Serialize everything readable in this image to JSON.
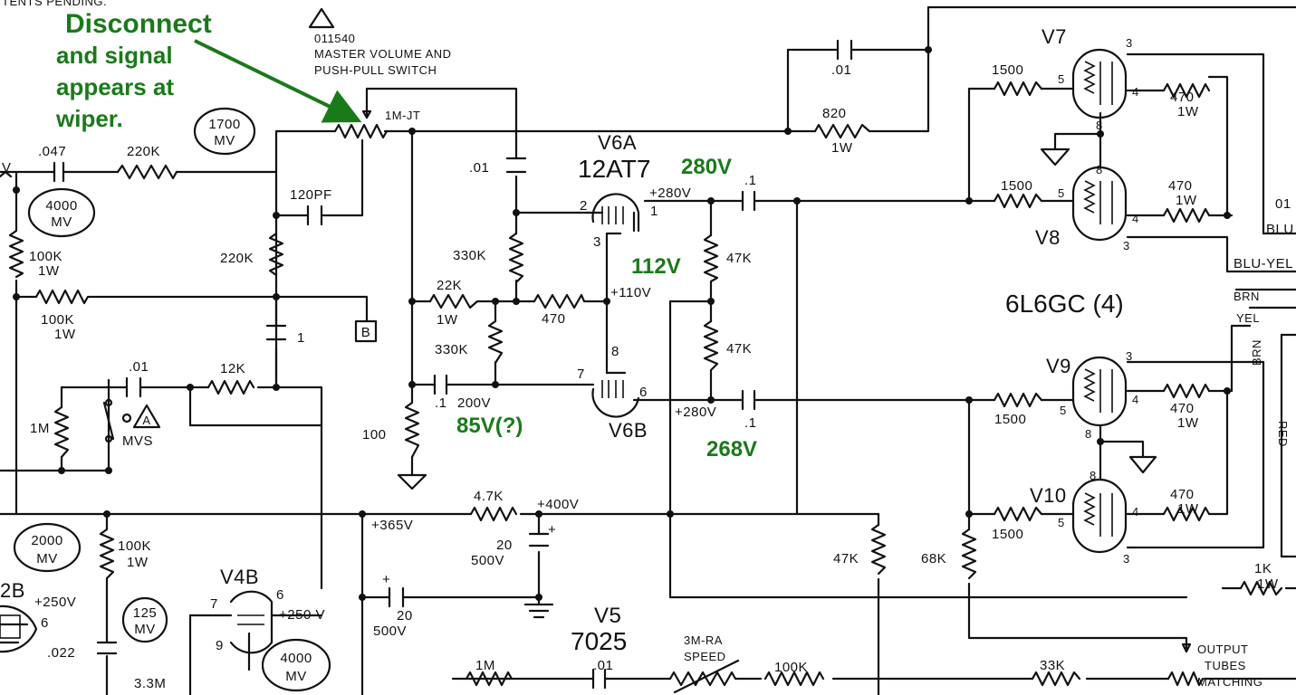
{
  "header": {
    "top_left_cut": "TENTS PENDING."
  },
  "control": {
    "part": "011540",
    "title_line1": "MASTER VOLUME AND",
    "title_line2": "PUSH-PULL SWITCH",
    "pot": "1M-JT"
  },
  "notes": {
    "disconnect": "Disconnect",
    "line2": "and signal",
    "line3": "appears at",
    "line4": "wiper.",
    "v280a": "280V",
    "v112": "112V",
    "v85": "85V(?)",
    "v268": "268V"
  },
  "mv_bubbles": [
    "1700\nMV",
    "4000\nMV",
    "2000\nMV",
    "125\nMV",
    "4000\nMV"
  ],
  "tubes": {
    "v6a": "V6A",
    "v6a_type": "12AT7",
    "v6b": "V6B",
    "v7": "V7",
    "v8": "V8",
    "v9": "V9",
    "v10": "V10",
    "power_type": "6L6GC (4)",
    "v4b": "V4B",
    "v5": "V5",
    "v5_type": "7025"
  },
  "labels": {
    "c047": ".047",
    "r220k_a": "220K",
    "r120pf": "120PF",
    "r220k_b": "220K",
    "r100k_1w_a": "100K",
    "w1_a": "1W",
    "r100k_1w_b": "100K",
    "w1_b": "1W",
    "c1": "1",
    "box_b": "B",
    "c01_a": ".01",
    "r12k": "12K",
    "r1m": "1M",
    "mvs": "MVS",
    "c01_b": ".01",
    "r330k_a": "330K",
    "r22k": "22K",
    "w1_c": "1W",
    "r470": "470",
    "v110": "+110V",
    "r330k_b": "330K",
    "c1_b": ".1",
    "v200": "200V",
    "r100": "100",
    "r47k_a": "47K",
    "r47k_b": "47K",
    "v280_b": "+280V",
    "v280_c": "+280V",
    "c1_c": ".1",
    "c1_d": ".1",
    "c01_top": ".01",
    "r820": "820",
    "w1_d": "1W",
    "r1500_a": "1500",
    "r1500_b": "1500",
    "r1500_c": "1500",
    "r1500_d": "1500",
    "r470_a": "470",
    "w1_e": "1W",
    "r470_b": "470",
    "w1_f": "1W",
    "r470_c": "470",
    "w1_g": "1W",
    "r470_d": "470",
    "w1_h": "1W",
    "pin3": "3",
    "pin4": "4",
    "pin5": "5",
    "pin8": "8",
    "pin2": "2",
    "pin1": "1",
    "pin7": "7",
    "pin6": "6",
    "blu": "BLU",
    "bluyel": "BLU-YEL",
    "o1": "01",
    "brn": "BRN",
    "yel": "YEL",
    "brn2": "BRN",
    "red": "RED",
    "r4_7k": "4.7K",
    "v400": "+400V",
    "v365": "+365V",
    "c20_a": "20",
    "v500_a": "500V",
    "c20_b": "20",
    "v500_b": "500V",
    "r47k_c": "47K",
    "r68k": "68K",
    "r1k": "1K",
    "w1_i": "1W",
    "r100k_c": "100K",
    "w1_j": "1W",
    "v250_a": "+250V",
    "v250_b": "+250 V",
    "c022": ".022",
    "r3_3m": "3.3M",
    "r1m_b": "1M",
    "c01_c": ".01",
    "speed": "3M-RA",
    "speed2": "SPEED",
    "r100k_d": "100K",
    "r33k": "33K",
    "otm1": "OUTPUT",
    "otm2": "TUBES",
    "otm3": "MATCHING",
    "left_v": "V",
    "left_2b": "2B",
    "pin6b": "6",
    "pin7b": "7",
    "pin8b": "8"
  }
}
